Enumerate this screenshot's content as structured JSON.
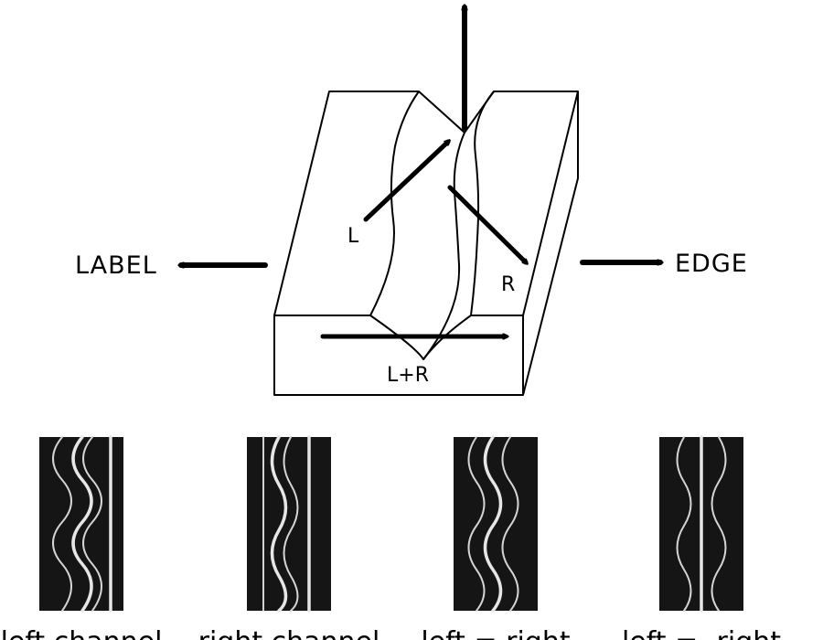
{
  "diagram": {
    "left_label": "LABEL",
    "right_label": "EDGE",
    "inner_labels": {
      "left_groove": "L",
      "right_groove": "R",
      "sum": "L+R"
    }
  },
  "records": [
    {
      "label": "left channel",
      "pattern": "left"
    },
    {
      "label": "right channel",
      "pattern": "right"
    },
    {
      "label": "left = right",
      "pattern": "equal"
    },
    {
      "label": "left = -right",
      "pattern": "opposite"
    }
  ],
  "colors": {
    "ink": "#000000",
    "paper": "#ffffff",
    "record_bg": "#151515",
    "groove": "#dcdcdc"
  }
}
